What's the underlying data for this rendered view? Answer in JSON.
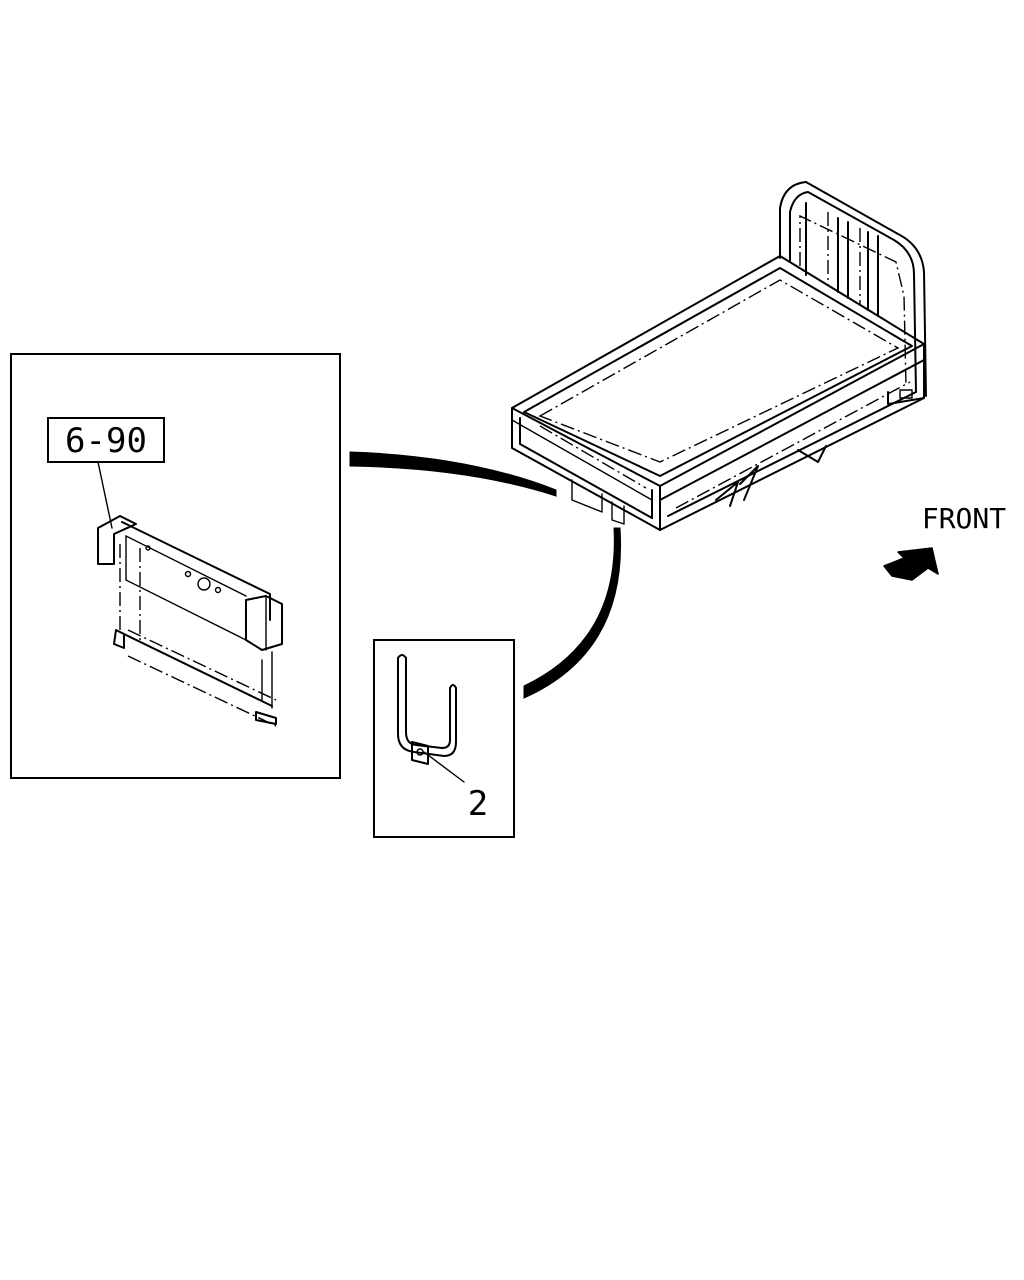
{
  "callouts": {
    "ref_label": "6-90",
    "part_number": "2",
    "direction_label": "FRONT"
  },
  "icons": {
    "direction_arrow": "arrow-up-right-icon"
  }
}
